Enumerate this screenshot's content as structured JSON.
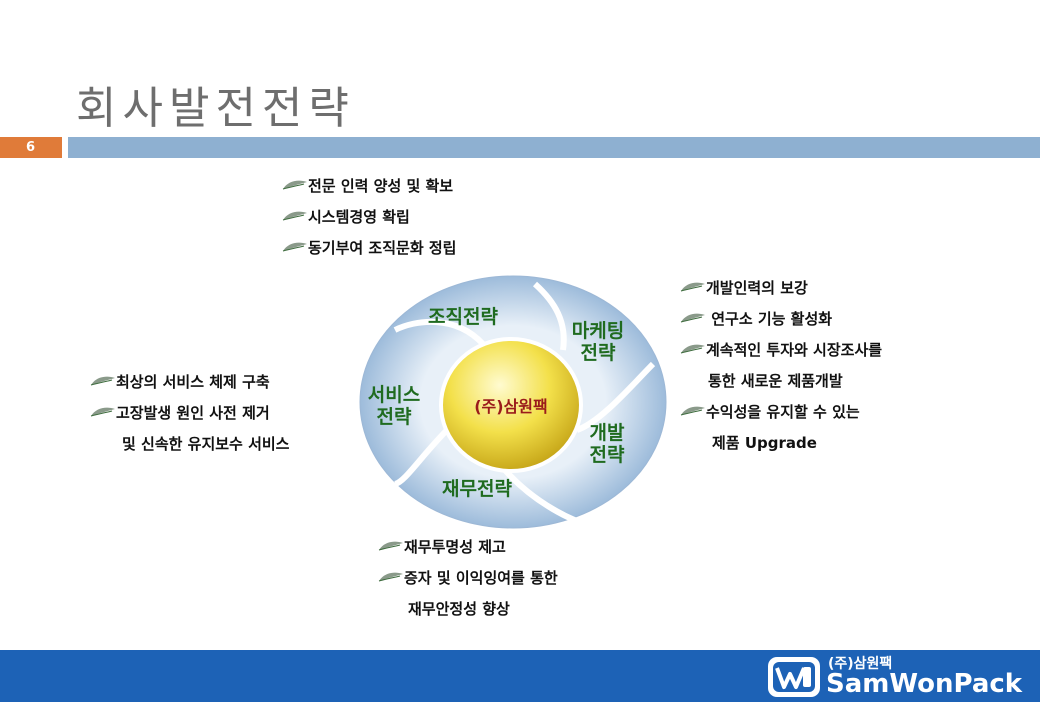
{
  "title": "회사발전전략",
  "page_number": "6",
  "diagram": {
    "center": "(주)삼원팩",
    "segments": [
      {
        "label": "조직전략"
      },
      {
        "label": "마케팅\n전략"
      },
      {
        "label": "개발\n전략"
      },
      {
        "label": "재무전략"
      },
      {
        "label": "서비스\n전략"
      }
    ]
  },
  "groups": {
    "org": [
      "전문 인력 양성 및 확보",
      "시스템경영 확립",
      "동기부여 조직문화 정립"
    ],
    "dev": [
      "개발인력의 보강",
      " 연구소 기능 활성화",
      "계속적인 투자와 시장조사를",
      "통한 새로운 제품개발",
      "수익성을 유지할 수 있는",
      "제품 Upgrade"
    ],
    "service": [
      "최상의 서비스 체제 구축",
      "고장발생 원인 사전 제거",
      "및 신속한 유지보수 서비스"
    ],
    "finance": [
      "재무투명성 제고",
      "증자 및 이익잉여를 통한",
      "재무안정성  향상"
    ]
  },
  "logo": {
    "korean": "(주)삼원팩",
    "english": "SamWonPack"
  },
  "colors": {
    "accent_orange": "#e07b39",
    "title_bar": "#8eb0d1",
    "footer": "#1d62b6",
    "segment_text": "#1f6b1f",
    "center_text": "#9a1b1b"
  }
}
